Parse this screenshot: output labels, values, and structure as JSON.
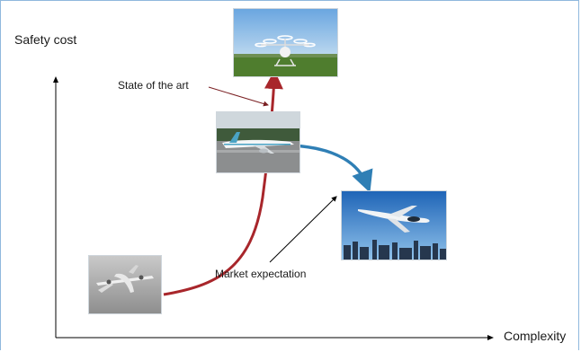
{
  "axes": {
    "y_label": "Safety cost",
    "x_label": "Complexity"
  },
  "annotations": {
    "state_of_the_art": "State of the art",
    "market_expectation": "Market expectation"
  },
  "colors": {
    "state_of_the_art_curve": "#a8262b",
    "market_curve": "#2f7fb5",
    "axis": "#000000",
    "frame": "#8fb8dd"
  },
  "images": [
    {
      "name": "vintage-propeller-airliner-photo"
    },
    {
      "name": "modern-jet-airliner-photo"
    },
    {
      "name": "evtol-multicopter-photo"
    },
    {
      "name": "evtol-jet-aircraft-over-city-photo"
    }
  ]
}
